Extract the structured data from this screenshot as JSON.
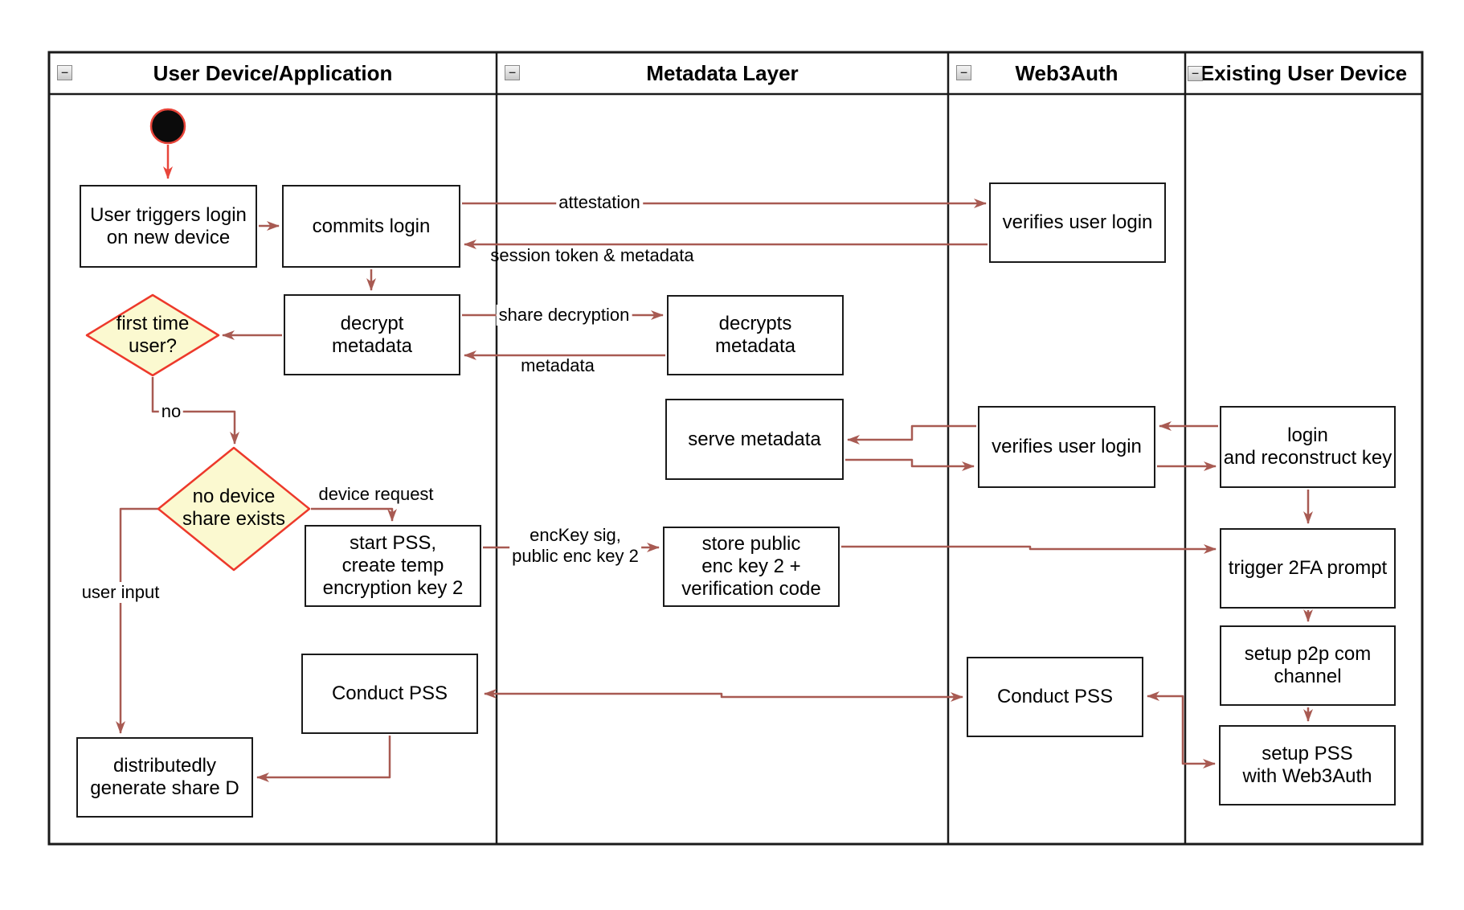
{
  "lanes": [
    {
      "title": "User Device/Application"
    },
    {
      "title": "Metadata Layer"
    },
    {
      "title": "Web3Auth"
    },
    {
      "title": "Existing User Device"
    }
  ],
  "collapse_glyph": "−",
  "nodes": {
    "user_triggers": "User triggers login\non new device",
    "commits_login": "commits login",
    "decrypt_metadata": "decrypt\nmetadata",
    "decrypts_metadata": "decrypts\nmetadata",
    "verifies_user_login_1": "verifies user login",
    "serve_metadata": "serve metadata",
    "verifies_user_login_2": "verifies user login",
    "login_reconstruct": "login\nand reconstruct key",
    "start_pss": "start PSS,\ncreate temp\nencryption key 2",
    "store_public": "store public\nenc key 2 +\nverification code",
    "trigger_2fa": "trigger 2FA prompt",
    "setup_p2p": "setup p2p com\nchannel",
    "conduct_pss_user": "Conduct PSS",
    "conduct_pss_web3": "Conduct PSS",
    "setup_pss": "setup PSS\nwith Web3Auth",
    "distributedly": "distributedly\ngenerate share D",
    "first_time_user": "first time\nuser?",
    "no_device_share": "no device\nshare exists"
  },
  "edge_labels": {
    "attestation": "attestation",
    "session_token": "session token & metadata",
    "share_decryption": "share decryption",
    "metadata": "metadata",
    "no": "no",
    "device_request": "device request",
    "enckey": "encKey sig,\npublic enc key 2",
    "user_input": "user input"
  },
  "colors": {
    "connector": "#a85a52",
    "start-arrow": "#e8453a",
    "decision-fill": "#fbf9d0",
    "decision-stroke": "#ed392b",
    "node-border": "#1a1a1a"
  }
}
